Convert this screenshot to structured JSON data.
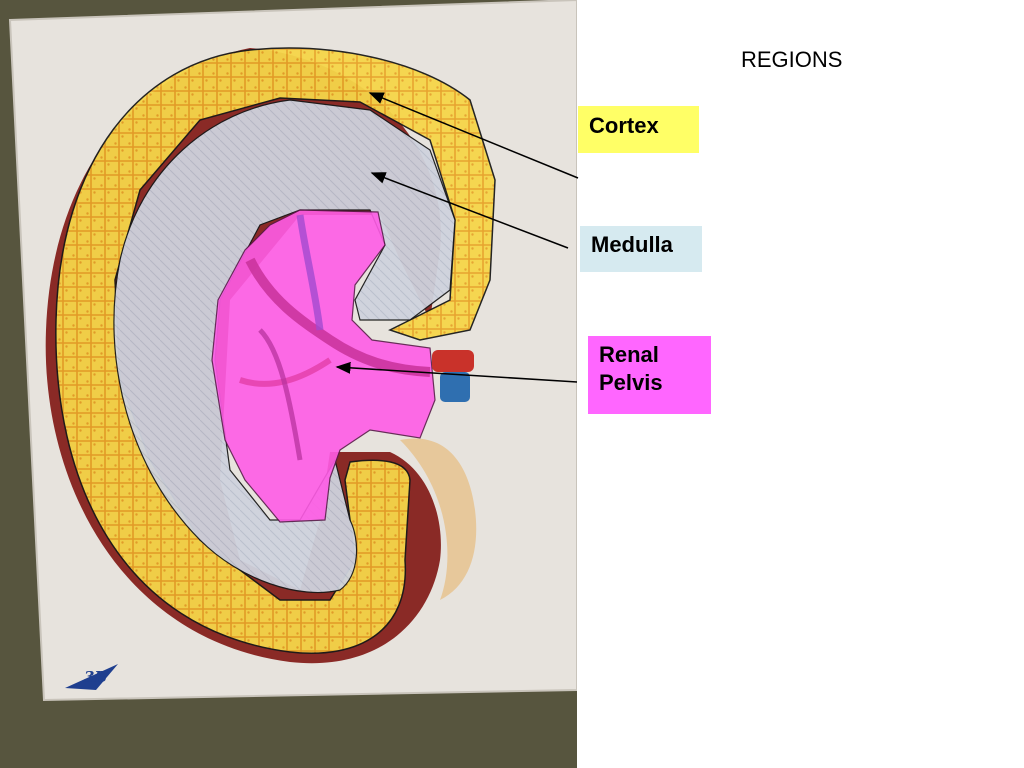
{
  "title": "REGIONS",
  "labels": {
    "cortex": "Cortex",
    "medulla": "Medulla",
    "pelvis_line1": "Renal",
    "pelvis_line2": "Pelvis"
  },
  "colors": {
    "cortex": "#ffff66",
    "medulla": "#d6eaf0",
    "pelvis": "#ff66ff"
  },
  "logo_text": "3B"
}
